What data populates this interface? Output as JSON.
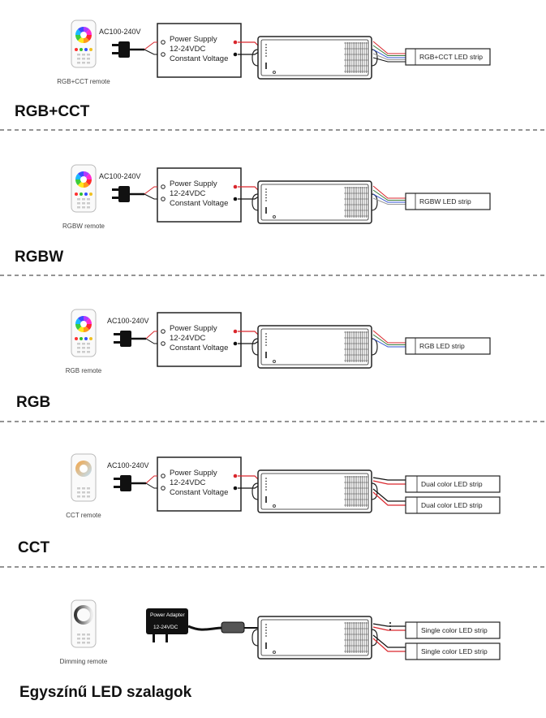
{
  "sections": [
    {
      "heading": "RGB+CCT",
      "remote_label": "RGB+CCT remote",
      "remote_type": "rgb",
      "power": {
        "input": "AC100-240V",
        "line1": "Power Supply",
        "line2": "12-24VDC",
        "line3": "Constant Voltage"
      },
      "strips": [
        "RGB+CCT LED strip"
      ],
      "wires": 5
    },
    {
      "heading": "RGBW",
      "remote_label": "RGBW remote",
      "remote_type": "rgb",
      "power": {
        "input": "AC100-240V",
        "line1": "Power Supply",
        "line2": "12-24VDC",
        "line3": "Constant Voltage"
      },
      "strips": [
        "RGBW LED strip"
      ],
      "wires": 4
    },
    {
      "heading": "RGB",
      "remote_label": "RGB remote",
      "remote_type": "rgb",
      "power": {
        "input": "AC100-240V",
        "line1": "Power Supply",
        "line2": "12-24VDC",
        "line3": "Constant Voltage"
      },
      "strips": [
        "RGB LED strip"
      ],
      "wires": 3
    },
    {
      "heading": "CCT",
      "remote_label": "CCT remote",
      "remote_type": "cct",
      "power": {
        "input": "AC100-240V",
        "line1": "Power Supply",
        "line2": "12-24VDC",
        "line3": "Constant Voltage"
      },
      "strips": [
        "Dual color LED strip",
        "Dual color LED strip"
      ],
      "wires": 2
    },
    {
      "heading": "Egyszínű LED szalagok",
      "remote_label": "Dimming remote",
      "remote_type": "dim",
      "adapter": {
        "line1": "Power Adapter",
        "line2": "12-24VDC"
      },
      "strips": [
        "Single color LED strip",
        "Single color LED strip"
      ],
      "wires": 2
    }
  ],
  "colors": {
    "wire_red": "#d9262c",
    "line": "#222222",
    "divider": "#555555"
  }
}
